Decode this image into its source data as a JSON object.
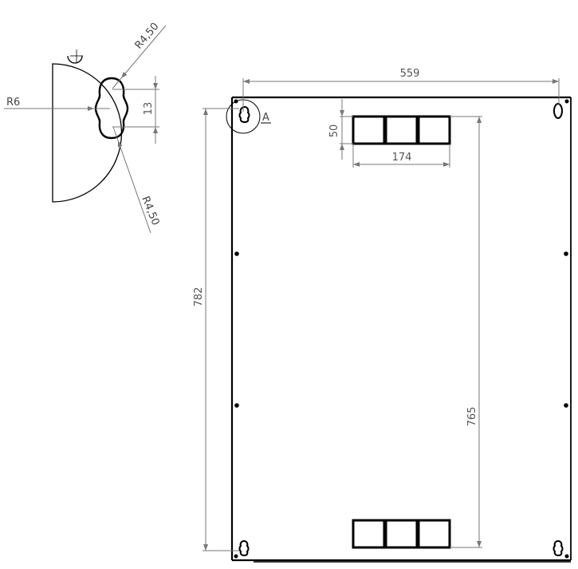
{
  "drawing": {
    "type": "technical-drawing",
    "panel": {
      "overall_width": "559",
      "overall_height": "782",
      "hole_to_hole_height": "765",
      "cutout_offset_top": "50",
      "cutout_width": "174"
    },
    "detail_view": {
      "label": "A",
      "radius_outer_top": "R4,50",
      "radius_outer_bottom": "R4,50",
      "radius_center": "R6",
      "slot_spacing": "13"
    },
    "colors": {
      "outline": "#000000",
      "dimension": "#777777",
      "text": "#555555"
    }
  }
}
